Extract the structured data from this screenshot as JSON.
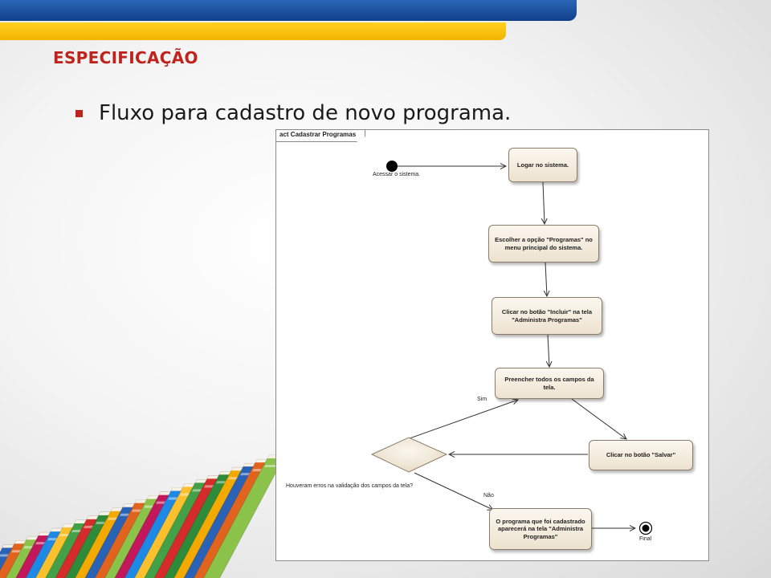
{
  "slide": {
    "section_title": "ESPECIFICAÇÃO",
    "bullet": "Fluxo para cadastro de novo programa."
  },
  "diagram": {
    "frame_title": "act Cadastrar Programas",
    "start_label": "Acessar o sistema.",
    "nodes": {
      "login": "Logar no sistema.",
      "programs_option": "Escolher a opção \"Programas\" no menu principal do sistema.",
      "include_button": "Clicar no botão \"Incluir\" na tela \"Administra Programas\"",
      "fill_fields": "Preencher todos os campos da tela.",
      "save_button": "Clicar no botão \"Salvar\"",
      "program_shown": "O programa que foi cadastrado aparecerá na tela \"Administra Programas\""
    },
    "decision_question": "Houveram erros na validação dos campos da tela?",
    "yes_label": "Sim",
    "no_label": "Não",
    "final_label": "Final"
  },
  "colors": {
    "title_red": "#c0221c",
    "bar_blue": "#1a4f9c",
    "bar_yellow": "#f7c300",
    "node_fill": "#f3ebdc"
  }
}
